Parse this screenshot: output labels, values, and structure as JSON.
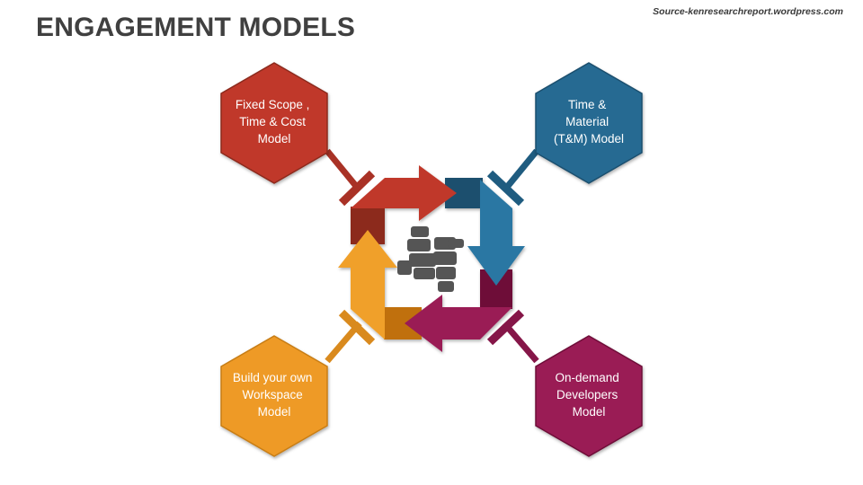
{
  "title": "ENGAGEMENT MODELS",
  "source": "Source-kenresearchreport.wordpress.com",
  "colors": {
    "title": "#404040",
    "red": "#c0392b",
    "blue": "#256a92",
    "magenta": "#9a1b55",
    "orange": "#ee9a26",
    "center_icon": "#555555"
  },
  "center_icon": "puzzle-fist-icon",
  "models": [
    {
      "id": "fixed-scope",
      "lines": [
        "Fixed Scope ,",
        "Time & Cost",
        "Model"
      ],
      "color": "#c0392b"
    },
    {
      "id": "time-material",
      "lines": [
        "Time &",
        "Material",
        "(T&M) Model"
      ],
      "color": "#256a92"
    },
    {
      "id": "build-workspace",
      "lines": [
        "Build your own",
        "Workspace",
        "Model"
      ],
      "color": "#ee9a26"
    },
    {
      "id": "on-demand",
      "lines": [
        "On-demand",
        "Developers",
        "Model"
      ],
      "color": "#9a1b55"
    }
  ]
}
